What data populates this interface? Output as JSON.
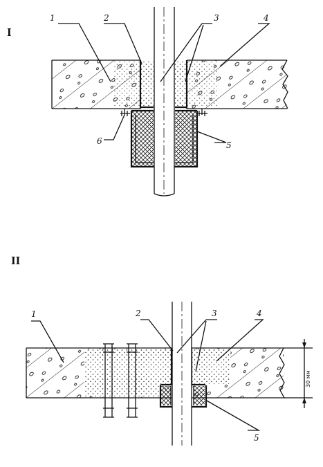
{
  "figure_I": {
    "numeral": "I",
    "labels": {
      "l1": "1",
      "l2": "2",
      "l3": "3",
      "l4": "4",
      "l5": "5",
      "l6": "6"
    }
  },
  "figure_II": {
    "numeral": "II",
    "labels": {
      "l1": "1",
      "l2": "2",
      "l3": "3",
      "l4": "4",
      "l5": "5"
    },
    "dimension": "30 мм"
  }
}
